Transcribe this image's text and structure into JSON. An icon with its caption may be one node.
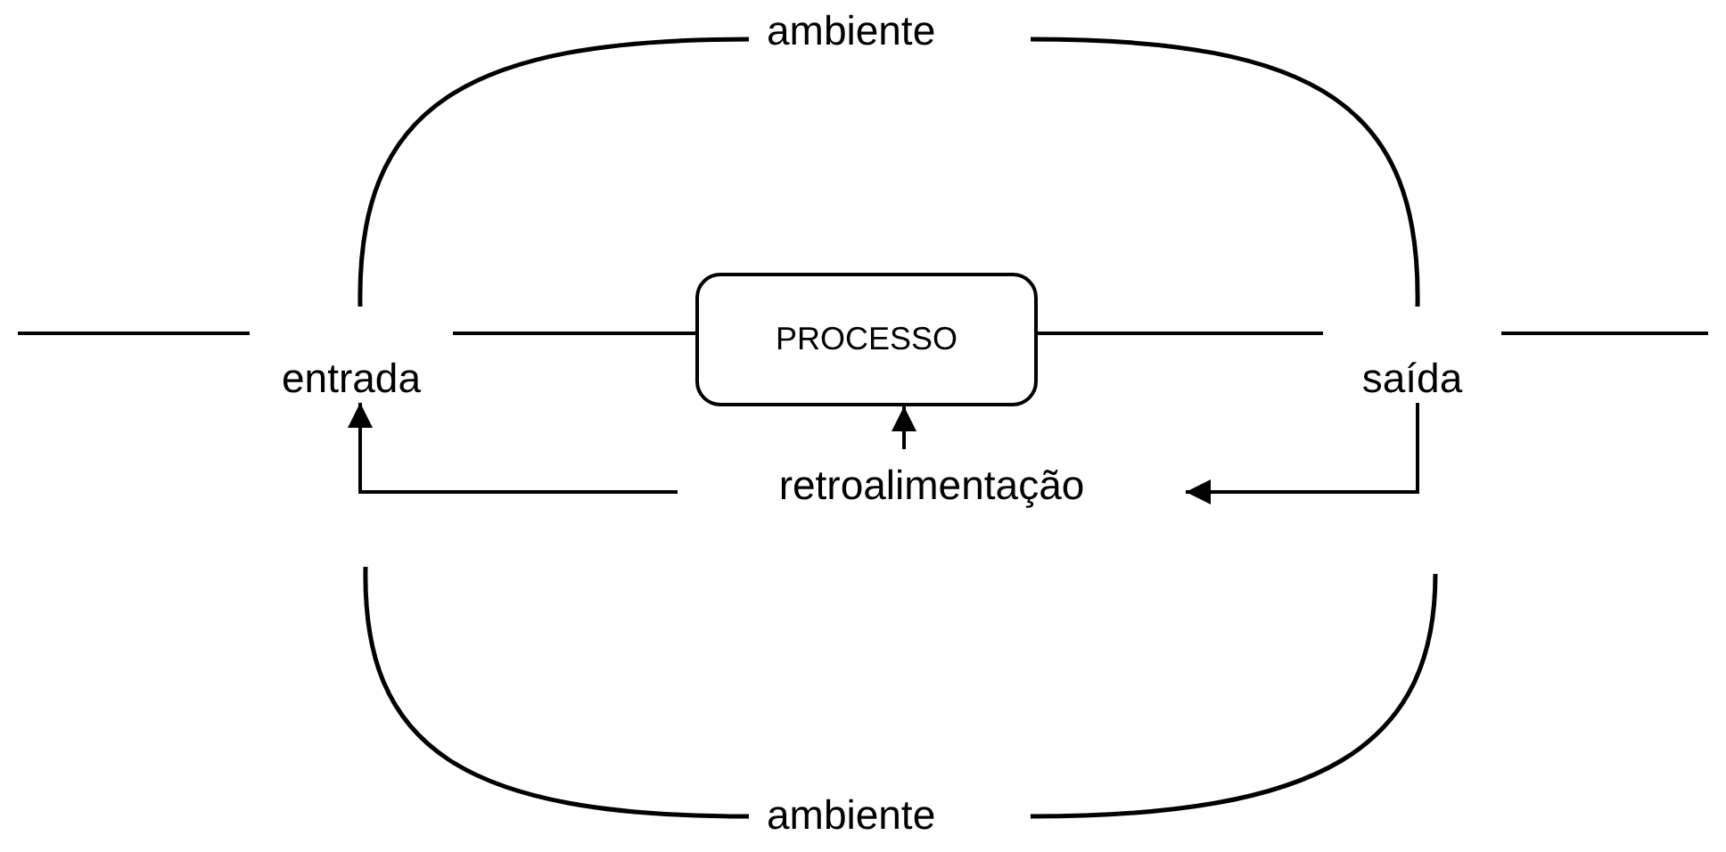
{
  "diagram": {
    "nodes": [
      {
        "text": [
          "entrada"
        ]
      },
      {
        "text": [
          "PROCESSO"
        ]
      },
      {
        "text": [
          "saída"
        ]
      },
      {
        "text": [
          "retroalimentação"
        ]
      }
    ],
    "edges": [
      {
        "from": null,
        "to": 0,
        "arrow": "none"
      },
      {
        "from": 0,
        "to": 1,
        "arrow": "none"
      },
      {
        "from": 1,
        "to": 2,
        "arrow": "none"
      },
      {
        "from": 2,
        "to": null,
        "arrow": "none"
      },
      {
        "from": 3,
        "to": 1,
        "arrow": "to"
      },
      {
        "from": 2,
        "to": 3,
        "arrow": "to"
      },
      {
        "from": 3,
        "to": 0,
        "arrow": "to"
      }
    ],
    "labels": [
      "ambiente",
      "ambiente"
    ]
  }
}
